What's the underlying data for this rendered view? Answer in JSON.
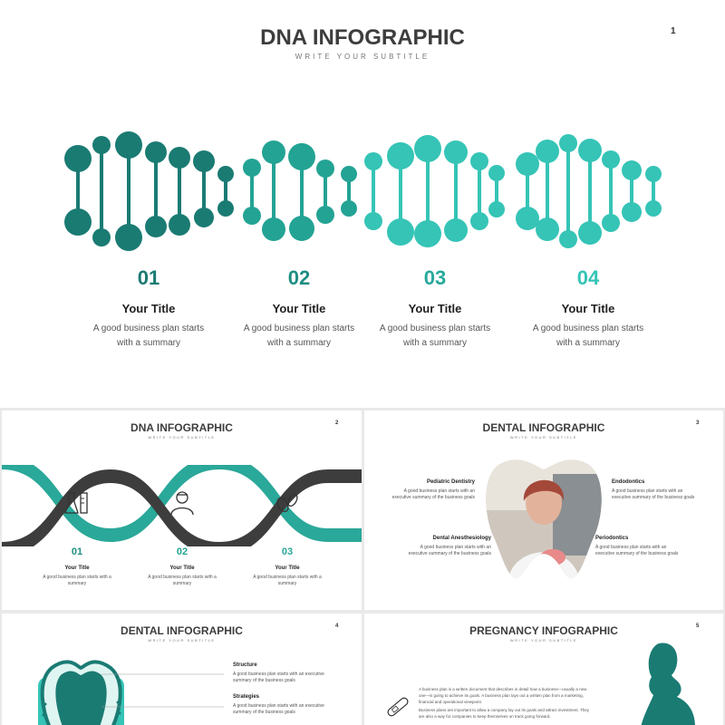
{
  "slide1": {
    "title": "DNA INFOGRAPHIC",
    "subtitle": "WRITE YOUR SUBTITLE",
    "page": "1",
    "items": [
      {
        "num": "01",
        "title": "Your Title",
        "desc": "A good business plan starts with a summary"
      },
      {
        "num": "02",
        "title": "Your Title",
        "desc": "A good business plan starts with a summary"
      },
      {
        "num": "03",
        "title": "Your Title",
        "desc": "A good business plan starts with a summary"
      },
      {
        "num": "04",
        "title": "Your Title",
        "desc": "A good business plan starts with a summary"
      }
    ],
    "colors": {
      "dark": "#1a7b73",
      "mid": "#23a394",
      "light": "#35c4b6"
    }
  },
  "slide2": {
    "title": "DNA INFOGRAPHIC",
    "subtitle": "WRITE YOUR SUBTITLE",
    "page": "2",
    "items": [
      {
        "num": "01",
        "title": "Your Title",
        "desc": "A good business plan starts with a summary",
        "icon": "lab-flask-icon"
      },
      {
        "num": "02",
        "title": "Your Title",
        "desc": "A good business plan starts with a summary",
        "icon": "doctor-icon"
      },
      {
        "num": "03",
        "title": "Your Title",
        "desc": "A good business plan starts with a summary",
        "icon": "bacteria-icon"
      }
    ]
  },
  "slide3": {
    "title": "DENTAL INFOGRAPHIC",
    "subtitle": "WRITE YOUR SUBTITLE",
    "page": "3",
    "items": [
      {
        "title": "Pediatric Dentistry",
        "desc": "A good business plan starts with an executive summary of the business goals"
      },
      {
        "title": "Endodontics",
        "desc": "A good business plan starts with an executive summary of the business goals"
      },
      {
        "title": "Dental Anesthesiology",
        "desc": "A good business plan starts with an executive summary of the business goals"
      },
      {
        "title": "Periodontics",
        "desc": "A good business plan starts with an executive summary of the business goals"
      }
    ]
  },
  "slide4": {
    "title": "DENTAL INFOGRAPHIC",
    "subtitle": "WRITE YOUR SUBTITLE",
    "page": "4",
    "items": [
      {
        "title": "Structure",
        "desc": "A good business plan starts with an executive summary of the business goals"
      },
      {
        "title": "Strategies",
        "desc": "A good business plan starts with an executive summary of the business goals"
      }
    ]
  },
  "slide5": {
    "title": "PREGNANCY INFOGRAPHIC",
    "subtitle": "WRITE YOUR SUBTITLE",
    "page": "5",
    "paragraph1": "A business plan is a written document that describes in detail how a business—usually a new one—is going to achieve its goals. A business plan lays out a written plan from a marketing, financial and operational viewpoint.",
    "paragraph2": "Business plans are important to allow a company lay out its goals and attract investment. They are also a way for companies to keep themselves on track going forward."
  }
}
